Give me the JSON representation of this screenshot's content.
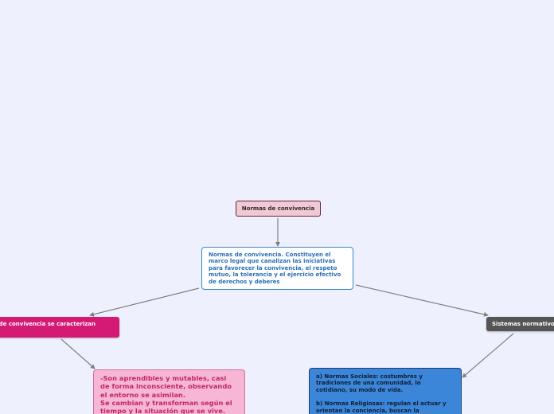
{
  "nodes": {
    "root": {
      "label": "Normas de convivencia"
    },
    "center": {
      "lines": [
        "Normas de convivencia. Constituyen el",
        "marco legal que canalizan las iniciativas",
        "para favorecer la convivencia, el respeto",
        "mutuo, la tolerancia y el ejercicio efectivo",
        "de derechos y deberes"
      ]
    },
    "left_branch": {
      "label": "mas de convivencia se caracterizan"
    },
    "right_branch": {
      "label": "Sistemas normativos"
    },
    "pink_detail": {
      "lines": [
        "-Son aprendibles y mutables, casi",
        "de forma inconsciente, observando",
        "el entorno se asimilan.",
        "Se cambian y transforman según el",
        "tiempo y la situación que se vive."
      ]
    },
    "blue_detail": {
      "lines_a": [
        "a) Normas Sociales: costumbres y",
        "tradiciones de una comunidad, lo",
        "cotidiano, su modo de vida."
      ],
      "lines_b": [
        "b) Normas Religiosas: regulan el actuar y",
        "orientan la conciencia, buscan la"
      ]
    }
  },
  "colors": {
    "background": "#eef1fd",
    "root_fill": "#f2c9d3",
    "center_border": "#3a87c8",
    "center_text": "#2a6fb8",
    "left_branch_fill": "#d41a75",
    "right_branch_fill": "#555555",
    "pink_fill": "#f7b6d3",
    "pink_text": "#c0266a",
    "blue_fill": "#3c86d9",
    "connector": "#808080"
  }
}
